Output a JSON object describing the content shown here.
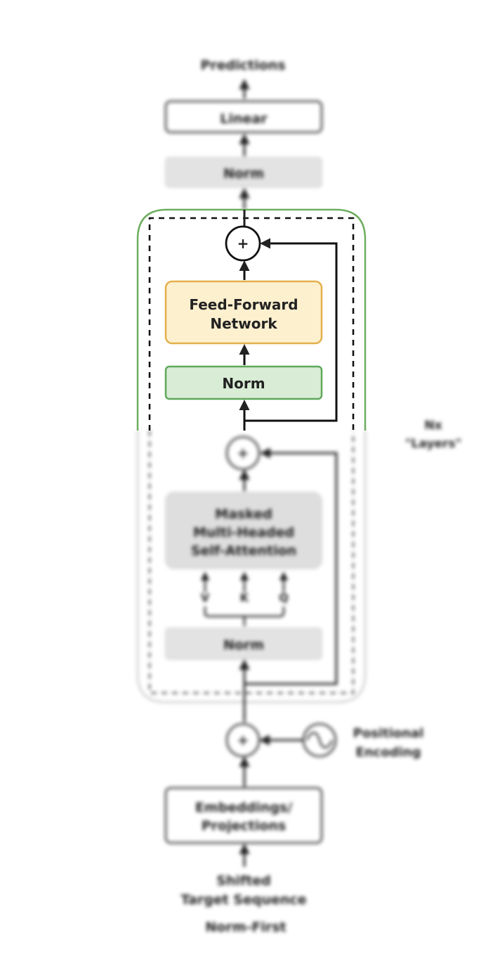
{
  "diagram": {
    "output_label": "Predictions",
    "linear": "Linear",
    "final_norm": "Norm",
    "ffn_block": {
      "add_symbol": "+",
      "ffn_line1": "Feed-Forward",
      "ffn_line2": "Network",
      "norm": "Norm"
    },
    "layers_label_line1": "Nx",
    "layers_label_line2": "\"Layers\"",
    "attention_block": {
      "add_symbol": "+",
      "attn_line1": "Masked",
      "attn_line2": "Multi-Headed",
      "attn_line3": "Self-Attention",
      "v": "V",
      "k": "K",
      "q": "Q",
      "norm": "Norm"
    },
    "pos_add_symbol": "+",
    "positional_line1": "Positional",
    "positional_line2": "Encoding",
    "embed_line1": "Embeddings/",
    "embed_line2": "Projections",
    "input_line1": "Shifted",
    "input_line2": "Target Sequence",
    "caption": "Norm-First",
    "colors": {
      "ffn_fill": "#fdf0cf",
      "ffn_stroke": "#e3b04b",
      "norm_fill": "#d9ecd6",
      "norm_stroke": "#5fa85a",
      "highlight_border": "#6dae5f",
      "grey_fill": "#e3e3e3"
    }
  }
}
